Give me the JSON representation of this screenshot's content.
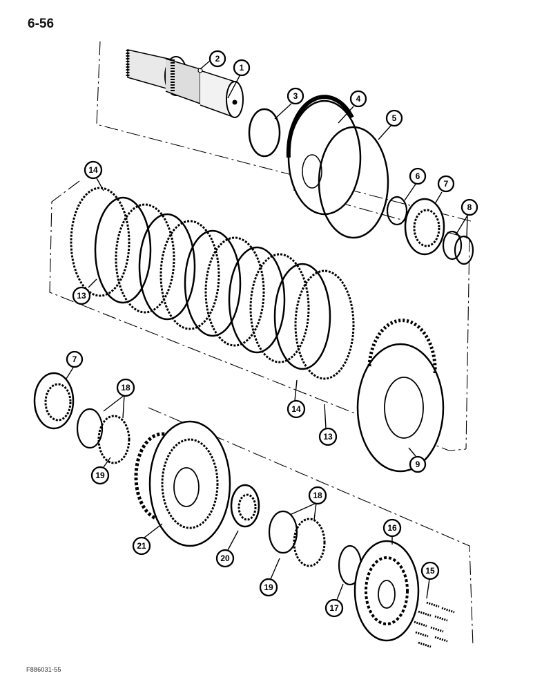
{
  "page": {
    "number": "6-56",
    "figure_code": "F886031-55"
  },
  "callouts": {
    "c1": "1",
    "c2": "2",
    "c3": "3",
    "c4": "4",
    "c5": "5",
    "c6": "6",
    "c7a": "7",
    "c8": "8",
    "c14a": "14",
    "c13a": "13",
    "c7b": "7",
    "c18a": "18",
    "c19a": "19",
    "c21": "21",
    "c20": "20",
    "c18b": "18",
    "c19b": "19",
    "c14b": "14",
    "c13b": "13",
    "c9": "9",
    "c16": "16",
    "c15": "15",
    "c17": "17"
  }
}
